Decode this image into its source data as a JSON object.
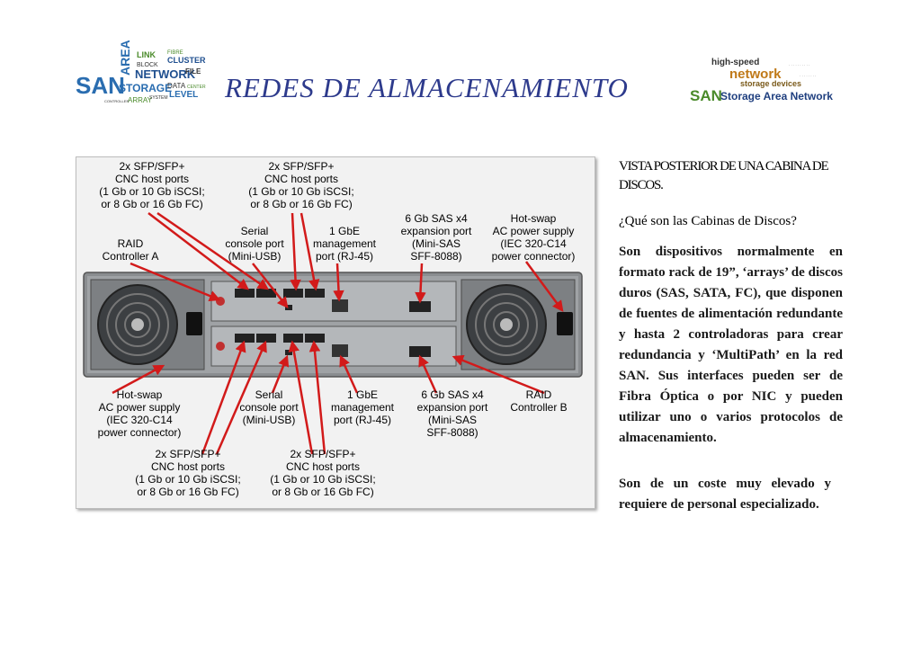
{
  "header": {
    "title": "REDES DE ALMACENAMIENTO",
    "logo_left": [
      "SAN",
      "AREA",
      "LINK",
      "BLOCK",
      "NETWORK",
      "STORAGE",
      "DATA",
      "LEVEL",
      "ARRAY",
      "CLUSTER",
      "FILE",
      "FIBRE",
      "CONTROLLER",
      "SYSTEM",
      "CENTER"
    ],
    "logo_right": [
      "high-speed",
      "network",
      "storage devices",
      "SAN",
      "Storage Area Network"
    ]
  },
  "figure": {
    "labels": {
      "sfp_top_left": [
        "2x SFP/SFP+",
        "CNC host ports",
        "(1 Gb or 10 Gb iSCSI;",
        "or 8 Gb or 16 Gb FC)"
      ],
      "sfp_top_right": [
        "2x SFP/SFP+",
        "CNC host ports",
        "(1 Gb or 10 Gb iSCSI;",
        "or 8 Gb or 16 Gb FC)"
      ],
      "raid_a": [
        "RAID",
        "Controller A"
      ],
      "serial_top": [
        "Serial",
        "console port",
        "(Mini-USB)"
      ],
      "gbe_top": [
        "1 GbE",
        "management",
        "port (RJ-45)"
      ],
      "sas_top": [
        "6 Gb SAS x4",
        "expansion port",
        "(Mini-SAS",
        "SFF-8088)"
      ],
      "psu_top": [
        "Hot-swap",
        "AC power supply",
        "(IEC 320-C14",
        "power connector)"
      ],
      "psu_bottom": [
        "Hot-swap",
        "AC power supply",
        "(IEC 320-C14",
        "power connector)"
      ],
      "serial_bottom": [
        "Serial",
        "console port",
        "(Mini-USB)"
      ],
      "gbe_bottom": [
        "1 GbE",
        "management",
        "port (RJ-45)"
      ],
      "sas_bottom": [
        "6 Gb SAS x4",
        "expansion port",
        "(Mini-SAS",
        "SFF-8088)"
      ],
      "raid_b": [
        "RAID",
        "Controller B"
      ],
      "sfp_bottom_left": [
        "2x SFP/SFP+",
        "CNC host ports",
        "(1 Gb or 10 Gb iSCSI;",
        "or 8 Gb or 16 Gb FC)"
      ],
      "sfp_bottom_right": [
        "2x SFP/SFP+",
        "CNC host ports",
        "(1 Gb or 10 Gb iSCSI;",
        "or 8 Gb or 16 Gb FC)"
      ]
    }
  },
  "text": {
    "subtitle": "VISTA POSTERIOR DE UNA CABINA DE DISCOS.",
    "question": "¿Qué son las Cabinas de Discos?",
    "p1": "Son dispositivos normalmente en formato rack de 19”, ‘arrays’ de discos duros (SAS, SATA, FC), que disponen de fuentes de alimentación redundante y hasta 2 controladoras para crear redundancia y ‘MultiPath’ en la red SAN. Sus interfaces pueden ser de Fibra Óptica o por NIC y pueden utilizar uno o varios protocolos de almacenamiento.",
    "p2": "Son de un coste muy elevado y requiere de personal especializado."
  },
  "colors": {
    "title": "#2d3a8c",
    "arrow": "#d21a1a",
    "logo_blue": "#2a6db0",
    "logo_green": "#4a8a2a"
  }
}
